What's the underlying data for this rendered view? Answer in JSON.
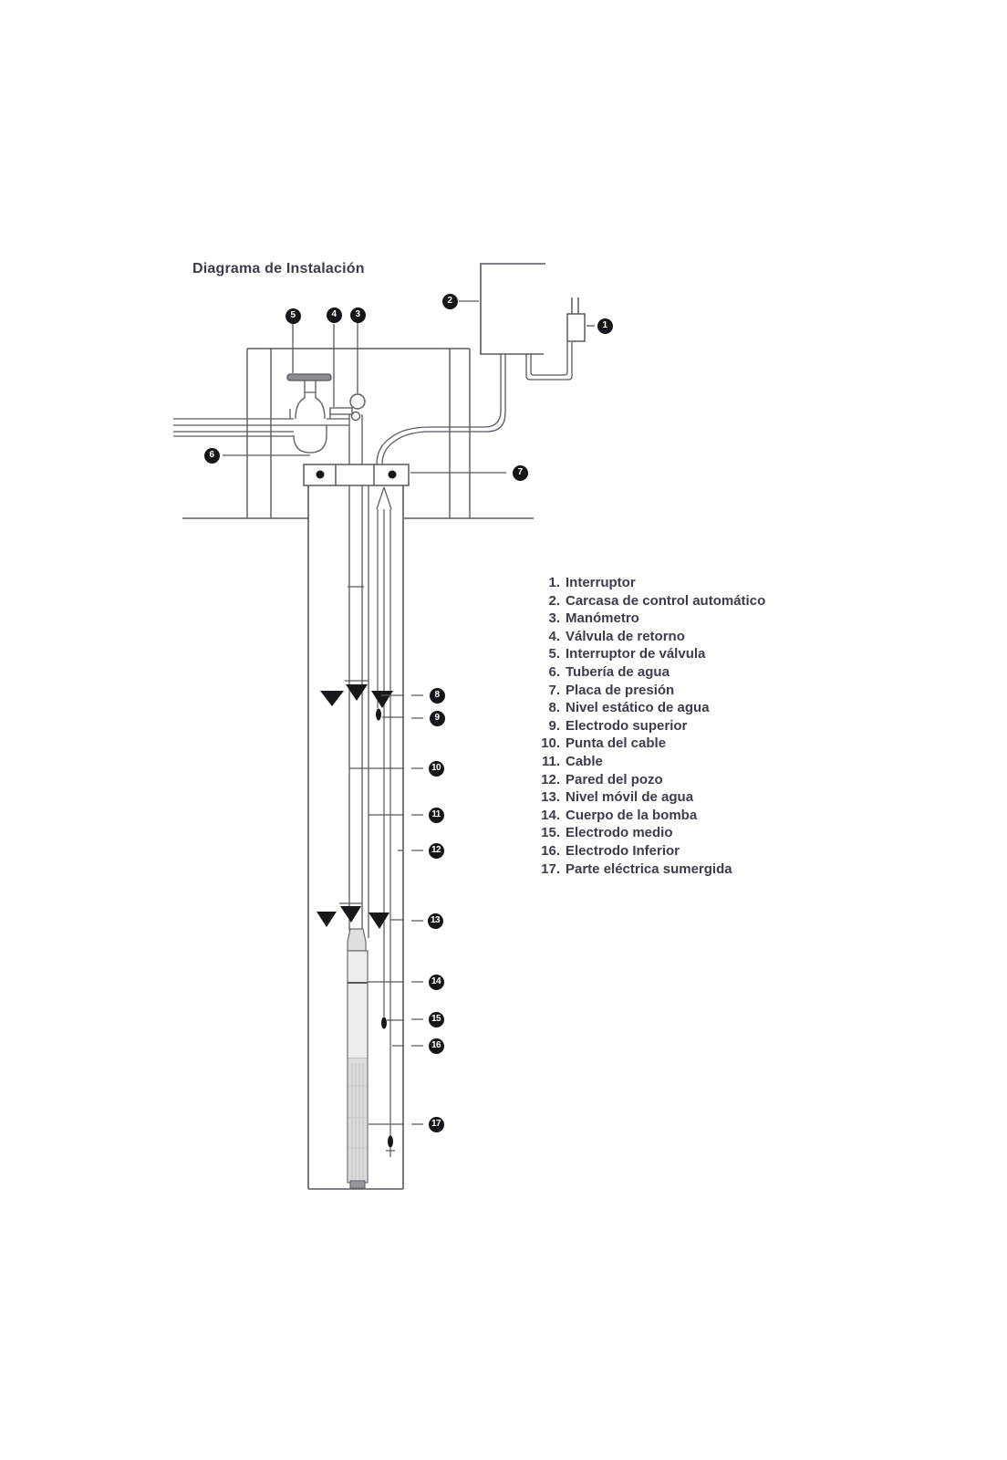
{
  "title": "Diagrama de Instalación",
  "legend": {
    "items": [
      {
        "num": "1.",
        "label": "Interruptor"
      },
      {
        "num": "2.",
        "label": "Carcasa de control automático"
      },
      {
        "num": "3.",
        "label": "Manómetro"
      },
      {
        "num": "4.",
        "label": "Válvula de retorno"
      },
      {
        "num": "5.",
        "label": "Interruptor de válvula"
      },
      {
        "num": "6.",
        "label": "Tubería de agua"
      },
      {
        "num": "7.",
        "label": "Placa de presión"
      },
      {
        "num": "8.",
        "label": "Nivel estático de agua"
      },
      {
        "num": "9.",
        "label": "Electrodo superior"
      },
      {
        "num": "10.",
        "label": "Punta del cable"
      },
      {
        "num": "11.",
        "label": "Cable"
      },
      {
        "num": "12.",
        "label": "Pared del pozo"
      },
      {
        "num": "13.",
        "label": "Nivel móvil de agua"
      },
      {
        "num": "14.",
        "label": "Cuerpo de la bomba"
      },
      {
        "num": "15.",
        "label": "Electrodo medio"
      },
      {
        "num": "16.",
        "label": "Electrodo Inferior"
      },
      {
        "num": "17.",
        "label": "Parte eléctrica sumergida"
      }
    ]
  },
  "callouts": [
    "1",
    "2",
    "3",
    "4",
    "5",
    "6",
    "7",
    "8",
    "9",
    "10",
    "11",
    "12",
    "13",
    "14",
    "15",
    "16",
    "17"
  ],
  "colors": {
    "line": "#585860",
    "text": "#3c3c4c",
    "marker_bg": "#16161a",
    "marker_text": "#ffffff",
    "pump_fill": "#ededef"
  }
}
